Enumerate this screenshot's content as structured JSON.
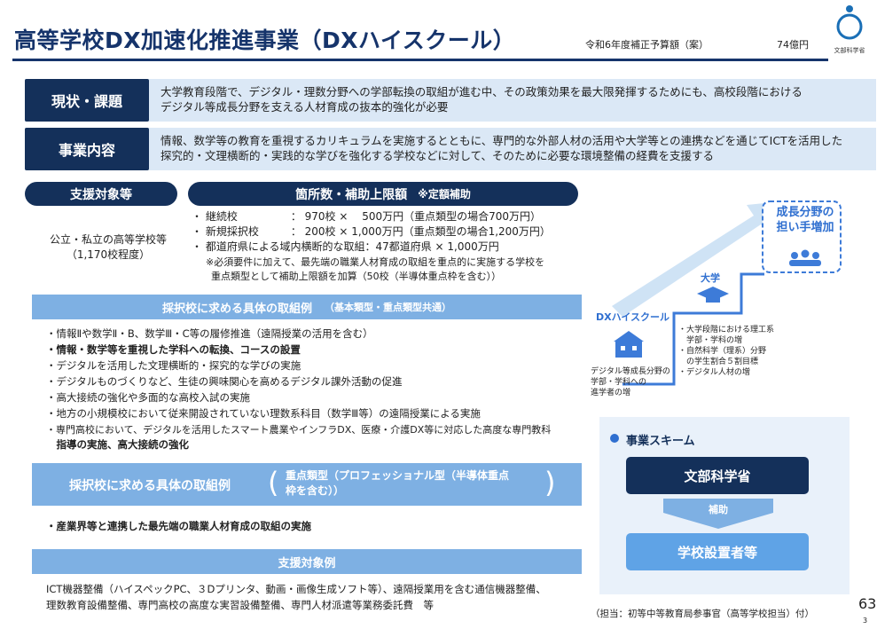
{
  "header": {
    "title": "高等学校DX加速化推進事業（DXハイスクール）",
    "budget_label": "令和6年度補正予算額（案）",
    "budget_amount": "74億円",
    "ministry_logo_text": "文部科学省"
  },
  "status": {
    "label": "現状・課題",
    "text_line1": "大学教育段階で、デジタル・理数分野への学部転換の取組が進む中、その政策効果を最大限発揮するためにも、高校段階における",
    "text_line2": "デジタル等成長分野を支える人材育成の抜本的強化が必要"
  },
  "content": {
    "label": "事業内容",
    "text_line1": "情報、数学等の教育を重視するカリキュラムを実施するとともに、専門的な外部人材の活用や大学等との連携などを通じてICTを活用した",
    "text_line2": "探究的・文理横断的・実践的な学びを強化する学校などに対して、そのために必要な環境整備の経費を支援する"
  },
  "target": {
    "heading": "支援対象等",
    "line1": "公立・私立の高等学校等",
    "line2": "（1,170校程度）"
  },
  "grant": {
    "heading": "箇所数・補助上限額",
    "heading_note": "※定額補助",
    "items": [
      "・ 継続校　　　　　：  970校 ×　  500万円（重点類型の場合700万円）",
      "・ 新規採択校　　　：  200校 × 1,000万円（重点類型の場合1,200万円）",
      "・ 都道府県による域内横断的な取組：47都道府県 × 1,000万円"
    ],
    "note1": "※必須要件に加えて、最先端の職業人材育成の取組を重点的に実施する学校を",
    "note2": "重点類型として補助上限額を加算（50校（半導体重点枠を含む））"
  },
  "examples_basic": {
    "heading": "採択校に求める具体の取組例",
    "heading_note": "（基本類型・重点類型共通）",
    "items": [
      "・情報Ⅱや数学Ⅱ・B、数学Ⅲ・C等の履修推進（遠隔授業の活用を含む）",
      "・情報・数学等を重視した学科への転換、コースの設置",
      "・デジタルを活用した文理横断的・探究的な学びの実施",
      "・デジタルものづくりなど、生徒の興味関心を高めるデジタル課外活動の促進",
      "・高大接続の強化や多面的な高校入試の実施",
      "・地方の小規模校において従来開設されていない理数系科目（数学Ⅲ等）の遠隔授業による実施",
      "・専門高校において、デジタルを活用したスマート農業やインフラDX、医療・介護DX等に対応した高度な専門教科",
      "　指導の実施、高大接続の強化"
    ]
  },
  "examples_priority": {
    "heading": "採択校に求める具体の取組例",
    "note_line1": "重点類型（プロフェッショナル型（半導体重点",
    "note_line2": "枠を含む））",
    "item": "・産業界等と連携した最先端の職業人材育成の取組の実施"
  },
  "support": {
    "heading": "支援対象例",
    "line1": "ICT機器整備（ハイスペックPC、３Dプリンタ、動画・画像生成ソフト等）、遠隔授業用を含む通信機器整備、",
    "line2": "理数教育設備整備、専門高校の高度な実習設備整備、専門人材派遣等業務委託費　等"
  },
  "diagram": {
    "growth_label_line1": "成長分野の",
    "growth_label_line2": "担い手増加",
    "university_label": "大学",
    "university_notes": [
      "・大学段階における理工系",
      "　学部・学科の増",
      "・自然科学（理系）分野",
      "　の学生割合５割目標",
      "・デジタル人材の増"
    ],
    "dx_label": "DXハイスクール",
    "dx_notes": [
      "デジタル等成長分野の",
      "学部・学科への",
      "進学者の増"
    ]
  },
  "scheme": {
    "heading": "事業スキーム",
    "top": "文部科学省",
    "arrow_label": "補助",
    "bottom": "学校設置者等"
  },
  "footer": {
    "contact": "（担当：初等中等教育局参事官（高等学校担当）付）",
    "page_number": "63",
    "page_sub": "3"
  },
  "colors": {
    "navy": "#14305a",
    "light_blue": "#dbe8f6",
    "mid_blue": "#7eb0e3",
    "accent_blue": "#2f6fd0"
  }
}
